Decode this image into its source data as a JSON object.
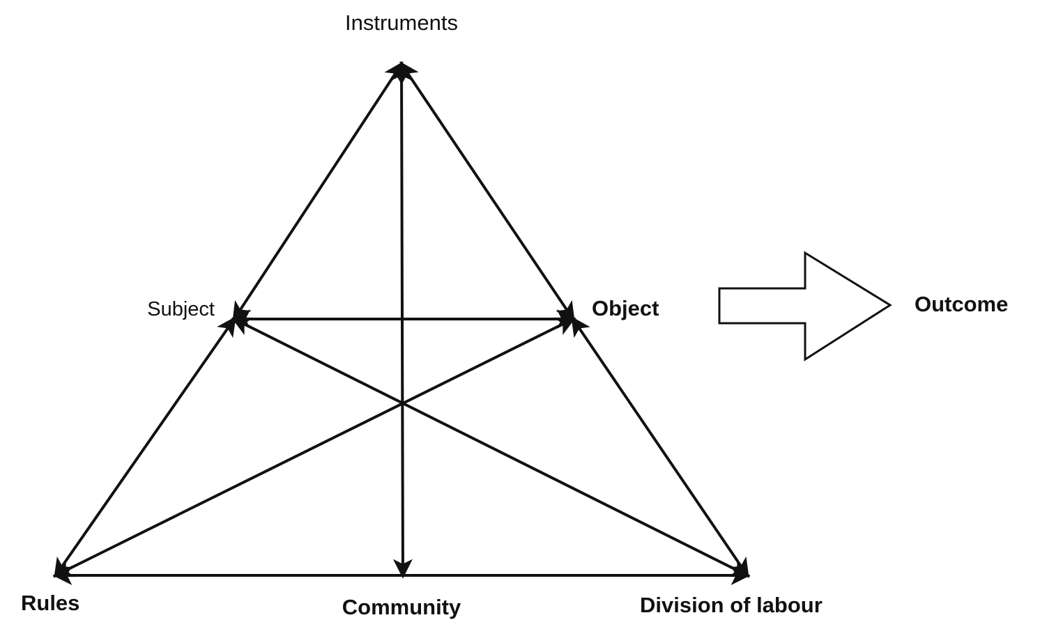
{
  "diagram": {
    "nodes": {
      "instruments": "Instruments",
      "subject": "Subject",
      "object": "Object",
      "outcome": "Outcome",
      "rules": "Rules",
      "community": "Community",
      "division_of_labour": "Division of labour"
    },
    "edges": [
      {
        "from": "subject",
        "to": "instruments",
        "direction": "both"
      },
      {
        "from": "instruments",
        "to": "community",
        "direction": "both"
      },
      {
        "from": "instruments",
        "to": "object",
        "direction": "both"
      },
      {
        "from": "subject",
        "to": "rules",
        "direction": "both"
      },
      {
        "from": "object",
        "to": "division_of_labour",
        "direction": "both"
      },
      {
        "from": "subject",
        "to": "object",
        "direction": "both"
      },
      {
        "from": "subject",
        "to": "division_of_labour",
        "direction": "both"
      },
      {
        "from": "rules",
        "to": "object",
        "direction": "both"
      },
      {
        "from": "rules",
        "to": "division_of_labour",
        "direction": "both"
      },
      {
        "from": "object",
        "to": "outcome",
        "direction": "forward"
      }
    ],
    "colors": {
      "line": "#111111",
      "background": "#ffffff"
    }
  }
}
